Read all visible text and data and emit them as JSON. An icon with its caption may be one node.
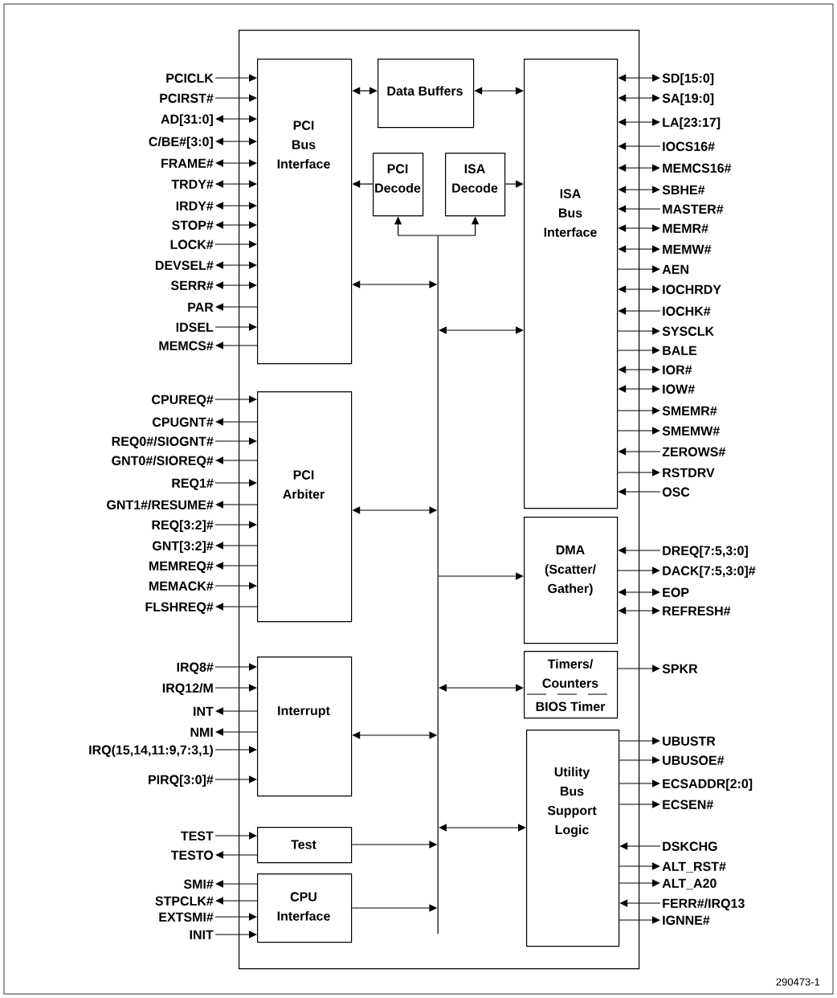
{
  "diagram": {
    "nodes": [
      {
        "text": [],
        "shape": "box"
      },
      {
        "text": [
          "Data Buffers"
        ],
        "in": 0
      },
      {
        "text": [
          "PCI Bus Interface"
        ],
        "in": 0
      },
      {
        "text": [
          "PCI Decode"
        ],
        "in": 0
      },
      {
        "text": [
          "ISA Decode"
        ],
        "in": 0
      },
      {
        "text": [
          "ISA Bus Interface"
        ],
        "in": 0
      },
      {
        "text": [
          "PCI Arbiter"
        ],
        "in": 0
      },
      {
        "text": [
          "DMA (Scatter/ Gather)"
        ],
        "in": 0
      },
      {
        "text": [
          "Timers/ Counters",
          "BIOS Timer"
        ],
        "in": 0
      },
      {
        "text": [
          "Interrupt"
        ],
        "in": 0
      },
      {
        "text": [
          "Utility Bus Support Logic"
        ],
        "in": 0
      },
      {
        "text": [
          "Test"
        ],
        "in": 0
      },
      {
        "text": [
          "CPU Interface"
        ],
        "in": 0
      },
      {
        "text": [],
        "shape": "bar",
        "in": 0
      },
      {
        "text": [
          "PCICLK"
        ]
      },
      {
        "text": [
          "PCIRST#"
        ]
      },
      {
        "text": [
          "AD[31:0]"
        ]
      },
      {
        "text": [
          "C/BE#[3:0]"
        ]
      },
      {
        "text": [
          "FRAME#"
        ]
      },
      {
        "text": [
          "TRDY#"
        ]
      },
      {
        "text": [
          "IRDY#"
        ]
      },
      {
        "text": [
          "STOP#"
        ]
      },
      {
        "text": [
          "LOCK#"
        ]
      },
      {
        "text": [
          "DEVSEL#"
        ]
      },
      {
        "text": [
          "SERR#"
        ]
      },
      {
        "text": [
          "PAR"
        ]
      },
      {
        "text": [
          "IDSEL"
        ]
      },
      {
        "text": [
          "MEMCS#"
        ]
      },
      {
        "text": [
          "CPUREQ#"
        ]
      },
      {
        "text": [
          "CPUGNT#"
        ]
      },
      {
        "text": [
          "REQ0#/SIOGNT#"
        ]
      },
      {
        "text": [
          "GNT0#/SIOREQ#"
        ]
      },
      {
        "text": [
          "REQ1#"
        ]
      },
      {
        "text": [
          "GNT1#/RESUME#"
        ]
      },
      {
        "text": [
          "REQ[3:2]#"
        ]
      },
      {
        "text": [
          "GNT[3:2]#"
        ]
      },
      {
        "text": [
          "MEMREQ#"
        ]
      },
      {
        "text": [
          "MEMACK#"
        ]
      },
      {
        "text": [
          "FLSHREQ#"
        ]
      },
      {
        "text": [
          "IRQ8#"
        ]
      },
      {
        "text": [
          "IRQ12/M"
        ]
      },
      {
        "text": [
          "INT"
        ]
      },
      {
        "text": [
          "NMI"
        ]
      },
      {
        "text": [
          "IRQ(15,14,11:9,7:3,1)"
        ]
      },
      {
        "text": [
          "PIRQ[3:0]#"
        ]
      },
      {
        "text": [
          "TEST"
        ]
      },
      {
        "text": [
          "TESTO"
        ]
      },
      {
        "text": [
          "SMI#"
        ]
      },
      {
        "text": [
          "STPCLK#"
        ]
      },
      {
        "text": [
          "EXTSMI#"
        ]
      },
      {
        "text": [
          "INIT"
        ]
      },
      {
        "text": [
          "SD[15:0]"
        ]
      },
      {
        "text": [
          "SA[19:0]"
        ]
      },
      {
        "text": [
          "LA[23:17]"
        ]
      },
      {
        "text": [
          "IOCS16#"
        ]
      },
      {
        "text": [
          "MEMCS16#"
        ]
      },
      {
        "text": [
          "SBHE#"
        ]
      },
      {
        "text": [
          "MASTER#"
        ]
      },
      {
        "text": [
          "MEMR#"
        ]
      },
      {
        "text": [
          "MEMW#"
        ]
      },
      {
        "text": [
          "AEN"
        ]
      },
      {
        "text": [
          "IOCHRDY"
        ]
      },
      {
        "text": [
          "IOCHK#"
        ]
      },
      {
        "text": [
          "SYSCLK"
        ]
      },
      {
        "text": [
          "BALE"
        ]
      },
      {
        "text": [
          "IOR#"
        ]
      },
      {
        "text": [
          "IOW#"
        ]
      },
      {
        "text": [
          "SMEMR#"
        ]
      },
      {
        "text": [
          "SMEMW#"
        ]
      },
      {
        "text": [
          "ZEROWS#"
        ]
      },
      {
        "text": [
          "RSTDRV"
        ]
      },
      {
        "text": [
          "OSC"
        ]
      },
      {
        "text": [
          "DREQ[7:5,3:0]"
        ]
      },
      {
        "text": [
          "DACK[7:5,3:0]#"
        ]
      },
      {
        "text": [
          "EOP"
        ]
      },
      {
        "text": [
          "REFRESH#"
        ]
      },
      {
        "text": [
          "SPKR"
        ]
      },
      {
        "text": [
          "UBUSTR"
        ]
      },
      {
        "text": [
          "UBUSOE#"
        ]
      },
      {
        "text": [
          "ECSADDR[2:0]"
        ]
      },
      {
        "text": [
          "ECSEN#"
        ]
      },
      {
        "text": [
          "DSKCHG"
        ]
      },
      {
        "text": [
          "ALT_RST#"
        ]
      },
      {
        "text": [
          "ALT_A20"
        ]
      },
      {
        "text": [
          "FERR#/IRQ13"
        ]
      },
      {
        "text": [
          "IGNNE#"
        ]
      }
    ],
    "edges": [
      {
        "from": 1,
        "to": 2,
        "arrow": "both"
      },
      {
        "from": 1,
        "to": 5,
        "arrow": "both"
      },
      {
        "from": 3,
        "to": 2,
        "arrow": "to"
      },
      {
        "from": 4,
        "to": 5,
        "arrow": "to"
      },
      {
        "from": 13,
        "to": 3,
        "arrow": "to"
      },
      {
        "from": 13,
        "to": 4,
        "arrow": "to"
      },
      {
        "from": 2,
        "to": 13,
        "arrow": "both"
      },
      {
        "from": 13,
        "to": 5,
        "arrow": "both"
      },
      {
        "from": 6,
        "to": 13,
        "arrow": "both"
      },
      {
        "from": 13,
        "to": 7,
        "arrow": "to"
      },
      {
        "from": 13,
        "to": 8,
        "arrow": "both"
      },
      {
        "from": 9,
        "to": 13,
        "arrow": "both"
      },
      {
        "from": 13,
        "to": 10,
        "arrow": "both"
      },
      {
        "from": 11,
        "to": 13,
        "arrow": "to"
      },
      {
        "from": 12,
        "to": 13,
        "arrow": "to"
      },
      {
        "from": 14,
        "to": 2,
        "arrow": "to"
      },
      {
        "from": 15,
        "to": 2,
        "arrow": "to"
      },
      {
        "from": 16,
        "to": 2,
        "arrow": "both"
      },
      {
        "from": 17,
        "to": 2,
        "arrow": "both"
      },
      {
        "from": 18,
        "to": 2,
        "arrow": "both"
      },
      {
        "from": 19,
        "to": 2,
        "arrow": "both"
      },
      {
        "from": 20,
        "to": 2,
        "arrow": "both"
      },
      {
        "from": 21,
        "to": 2,
        "arrow": "both"
      },
      {
        "from": 22,
        "to": 2,
        "arrow": "to"
      },
      {
        "from": 23,
        "to": 2,
        "arrow": "both"
      },
      {
        "from": 24,
        "to": 2,
        "arrow": "both"
      },
      {
        "from": 2,
        "to": 25,
        "arrow": "to"
      },
      {
        "from": 26,
        "to": 2,
        "arrow": "to"
      },
      {
        "from": 2,
        "to": 27,
        "arrow": "to"
      },
      {
        "from": 28,
        "to": 6,
        "arrow": "to"
      },
      {
        "from": 6,
        "to": 29,
        "arrow": "to"
      },
      {
        "from": 30,
        "to": 6,
        "arrow": "to"
      },
      {
        "from": 6,
        "to": 31,
        "arrow": "to"
      },
      {
        "from": 32,
        "to": 6,
        "arrow": "to"
      },
      {
        "from": 6,
        "to": 33,
        "arrow": "to"
      },
      {
        "from": 34,
        "to": 6,
        "arrow": "to"
      },
      {
        "from": 6,
        "to": 35,
        "arrow": "to"
      },
      {
        "from": 6,
        "to": 36,
        "arrow": "to"
      },
      {
        "from": 37,
        "to": 6,
        "arrow": "to"
      },
      {
        "from": 6,
        "to": 38,
        "arrow": "to"
      },
      {
        "from": 39,
        "to": 9,
        "arrow": "to"
      },
      {
        "from": 40,
        "to": 9,
        "arrow": "to"
      },
      {
        "from": 9,
        "to": 41,
        "arrow": "to"
      },
      {
        "from": 9,
        "to": 42,
        "arrow": "to"
      },
      {
        "from": 43,
        "to": 9,
        "arrow": "to"
      },
      {
        "from": 44,
        "to": 9,
        "arrow": "to"
      },
      {
        "from": 45,
        "to": 11,
        "arrow": "to"
      },
      {
        "from": 11,
        "to": 46,
        "arrow": "to"
      },
      {
        "from": 12,
        "to": 47,
        "arrow": "to"
      },
      {
        "from": 12,
        "to": 48,
        "arrow": "to"
      },
      {
        "from": 49,
        "to": 12,
        "arrow": "to"
      },
      {
        "from": 50,
        "to": 12,
        "arrow": "to"
      },
      {
        "from": 51,
        "to": 5,
        "arrow": "both"
      },
      {
        "from": 52,
        "to": 5,
        "arrow": "both"
      },
      {
        "from": 53,
        "to": 5,
        "arrow": "both"
      },
      {
        "from": 54,
        "to": 5,
        "arrow": "to"
      },
      {
        "from": 55,
        "to": 5,
        "arrow": "both"
      },
      {
        "from": 56,
        "to": 5,
        "arrow": "both"
      },
      {
        "from": 57,
        "to": 5,
        "arrow": "to"
      },
      {
        "from": 58,
        "to": 5,
        "arrow": "both"
      },
      {
        "from": 59,
        "to": 5,
        "arrow": "both"
      },
      {
        "from": 5,
        "to": 60,
        "arrow": "to"
      },
      {
        "from": 61,
        "to": 5,
        "arrow": "both"
      },
      {
        "from": 62,
        "to": 5,
        "arrow": "to"
      },
      {
        "from": 5,
        "to": 63,
        "arrow": "to"
      },
      {
        "from": 5,
        "to": 64,
        "arrow": "to"
      },
      {
        "from": 65,
        "to": 5,
        "arrow": "both"
      },
      {
        "from": 66,
        "to": 5,
        "arrow": "both"
      },
      {
        "from": 5,
        "to": 67,
        "arrow": "to"
      },
      {
        "from": 5,
        "to": 68,
        "arrow": "to"
      },
      {
        "from": 69,
        "to": 5,
        "arrow": "to"
      },
      {
        "from": 5,
        "to": 70,
        "arrow": "to"
      },
      {
        "from": 71,
        "to": 5,
        "arrow": "to"
      },
      {
        "from": 72,
        "to": 7,
        "arrow": "to"
      },
      {
        "from": 7,
        "to": 73,
        "arrow": "to"
      },
      {
        "from": 74,
        "to": 7,
        "arrow": "both"
      },
      {
        "from": 75,
        "to": 7,
        "arrow": "both"
      },
      {
        "from": 8,
        "to": 76,
        "arrow": "to"
      },
      {
        "from": 10,
        "to": 77,
        "arrow": "to"
      },
      {
        "from": 10,
        "to": 78,
        "arrow": "to"
      },
      {
        "from": 10,
        "to": 79,
        "arrow": "to"
      },
      {
        "from": 10,
        "to": 80,
        "arrow": "to"
      },
      {
        "from": 81,
        "to": 10,
        "arrow": "to"
      },
      {
        "from": 10,
        "to": 82,
        "arrow": "to"
      },
      {
        "from": 10,
        "to": 83,
        "arrow": "to"
      },
      {
        "from": 84,
        "to": 10,
        "arrow": "to"
      },
      {
        "from": 10,
        "to": 85,
        "arrow": "to"
      }
    ],
    "labels": [
      "290473-1"
    ]
  }
}
